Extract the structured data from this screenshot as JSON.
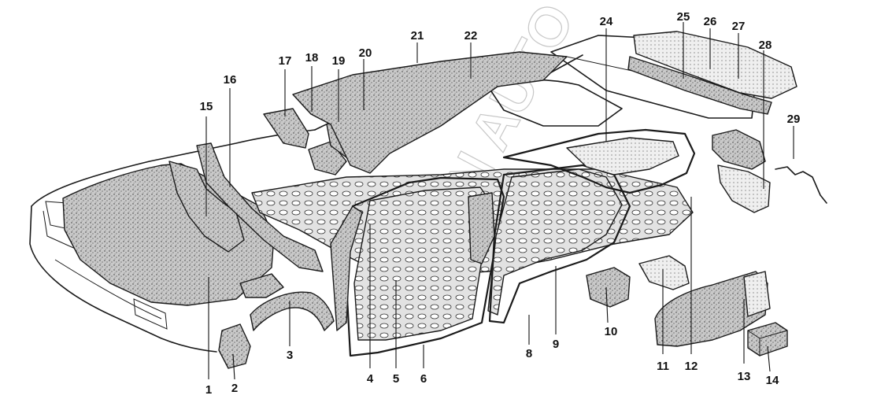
{
  "diagram": {
    "callouts": [
      "1",
      "2",
      "3",
      "4",
      "5",
      "6",
      "8",
      "9",
      "10",
      "11",
      "12",
      "13",
      "14",
      "15",
      "16",
      "17",
      "18",
      "19",
      "20",
      "21",
      "22",
      "24",
      "25",
      "26",
      "27",
      "28",
      "29"
    ],
    "watermark": "OZON AUTO"
  },
  "colors": {
    "ink": "#1a1a1a",
    "paper": "#ffffff",
    "insulation_fill": "#b9b9b9",
    "mat_fill": "#d8d8d8"
  }
}
